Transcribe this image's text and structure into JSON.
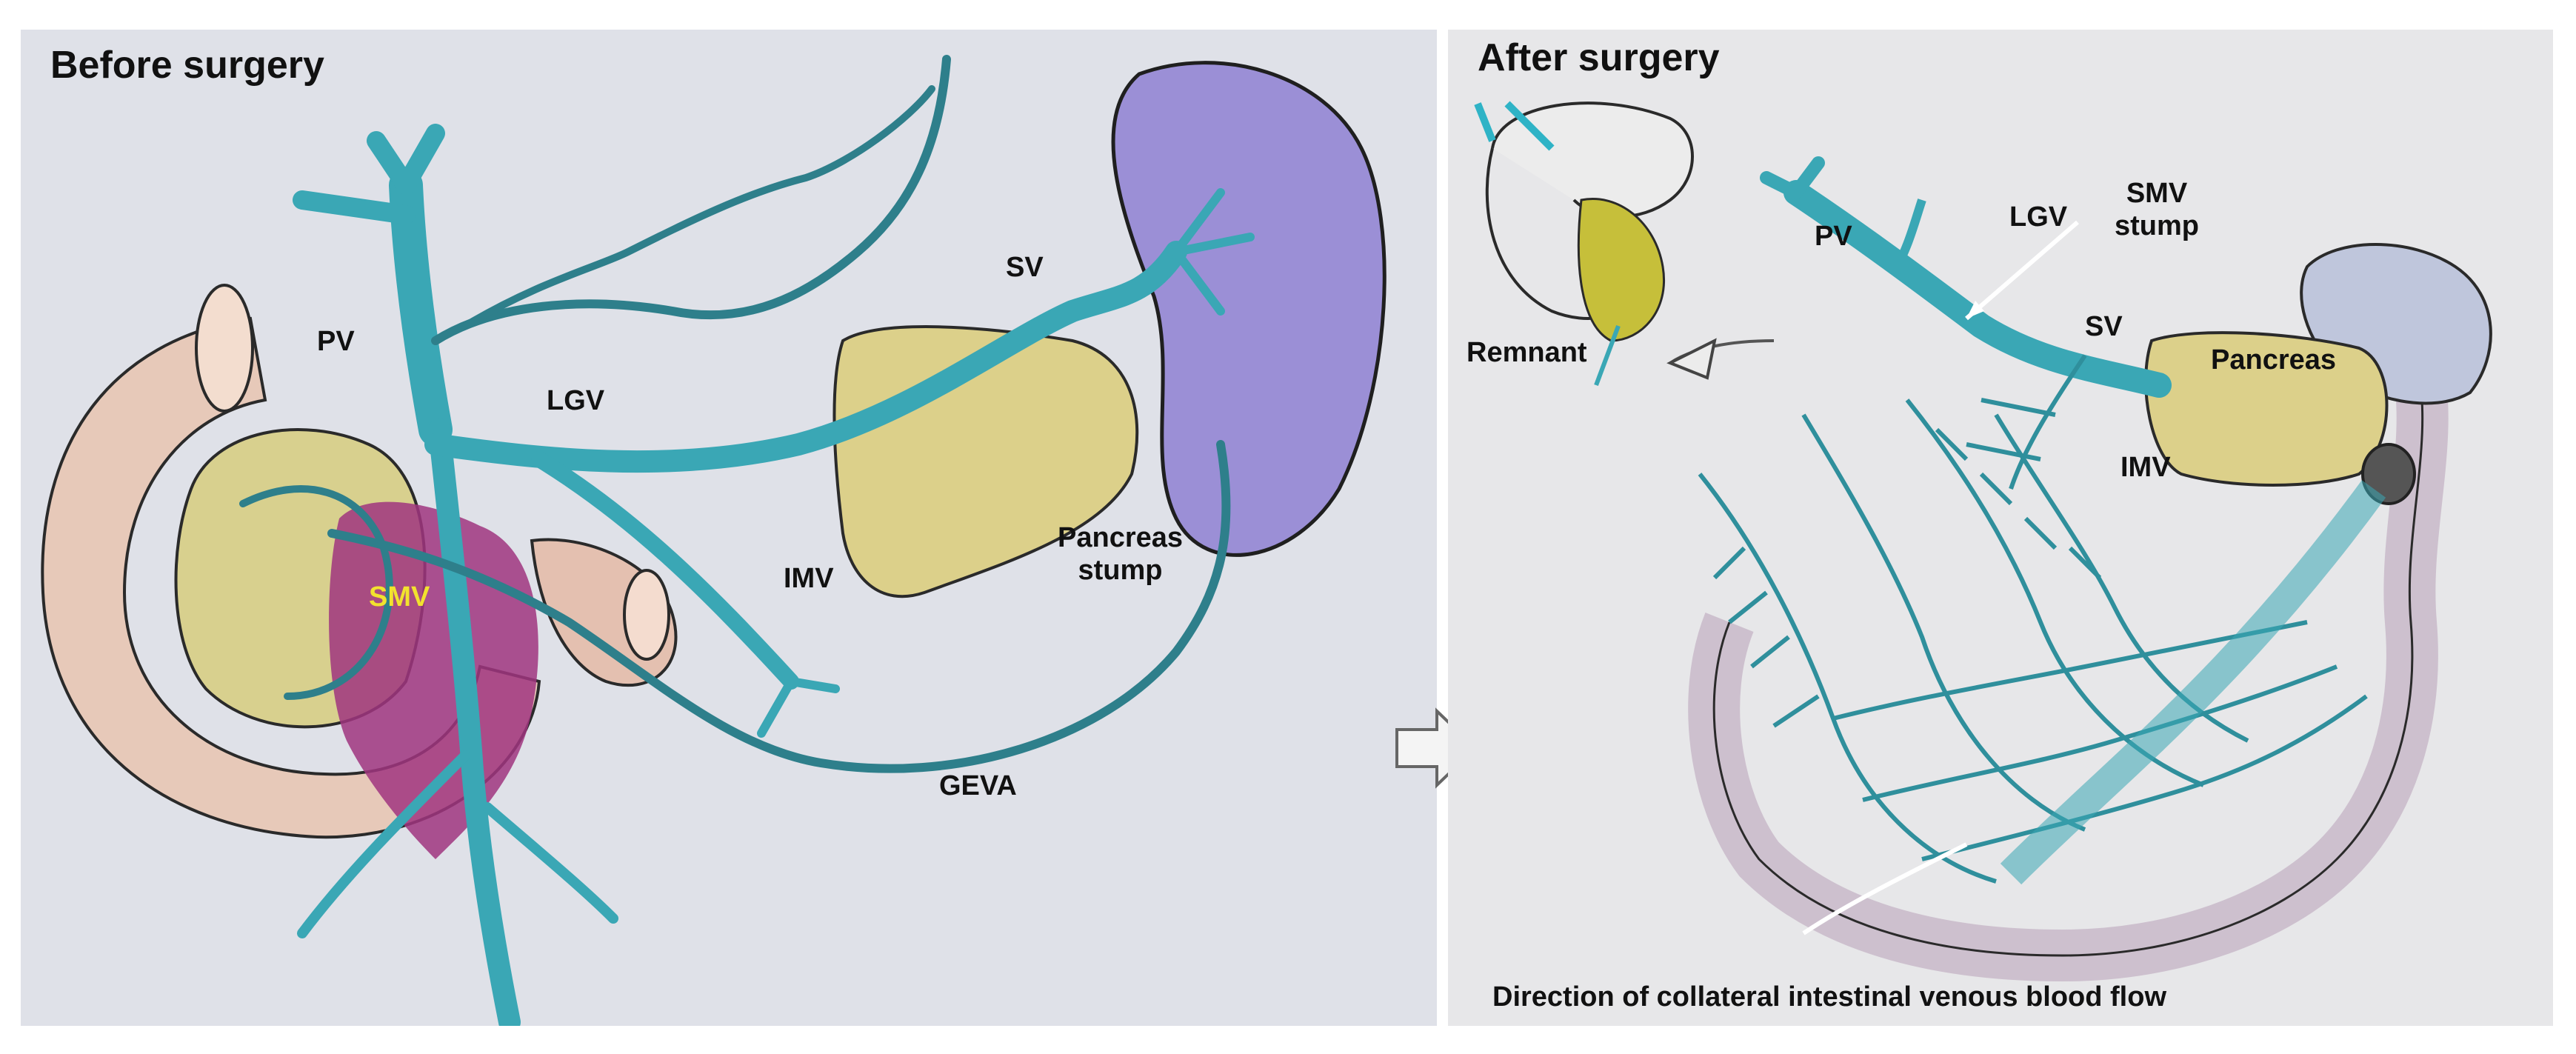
{
  "panels": {
    "before": {
      "title": "Before surgery",
      "labels": {
        "pv": "PV",
        "lgv": "LGV",
        "sv": "SV",
        "imv": "IMV",
        "smv": "SMV",
        "pancreas_stump": "Pancreas\nstump",
        "geva": "GEVA"
      }
    },
    "after": {
      "title": "After surgery",
      "labels": {
        "pv": "PV",
        "lgv": "LGV",
        "smv_stump": "SMV\nstump",
        "sv": "SV",
        "pancreas": "Pancreas",
        "imv": "IMV",
        "remnant": "Remnant",
        "flow_caption": "Direction of collateral intestinal venous blood flow"
      }
    }
  },
  "colors": {
    "vein": "#3aa7b5",
    "vein_dark": "#1f6f7a",
    "pancreas": "#d9cf8a",
    "spleen": "#9b8fd6",
    "tumor": "#a0357f",
    "intestine": "#e5c3c8",
    "stomach": "#e3c6a8",
    "smv_label": "#f2e22e"
  }
}
